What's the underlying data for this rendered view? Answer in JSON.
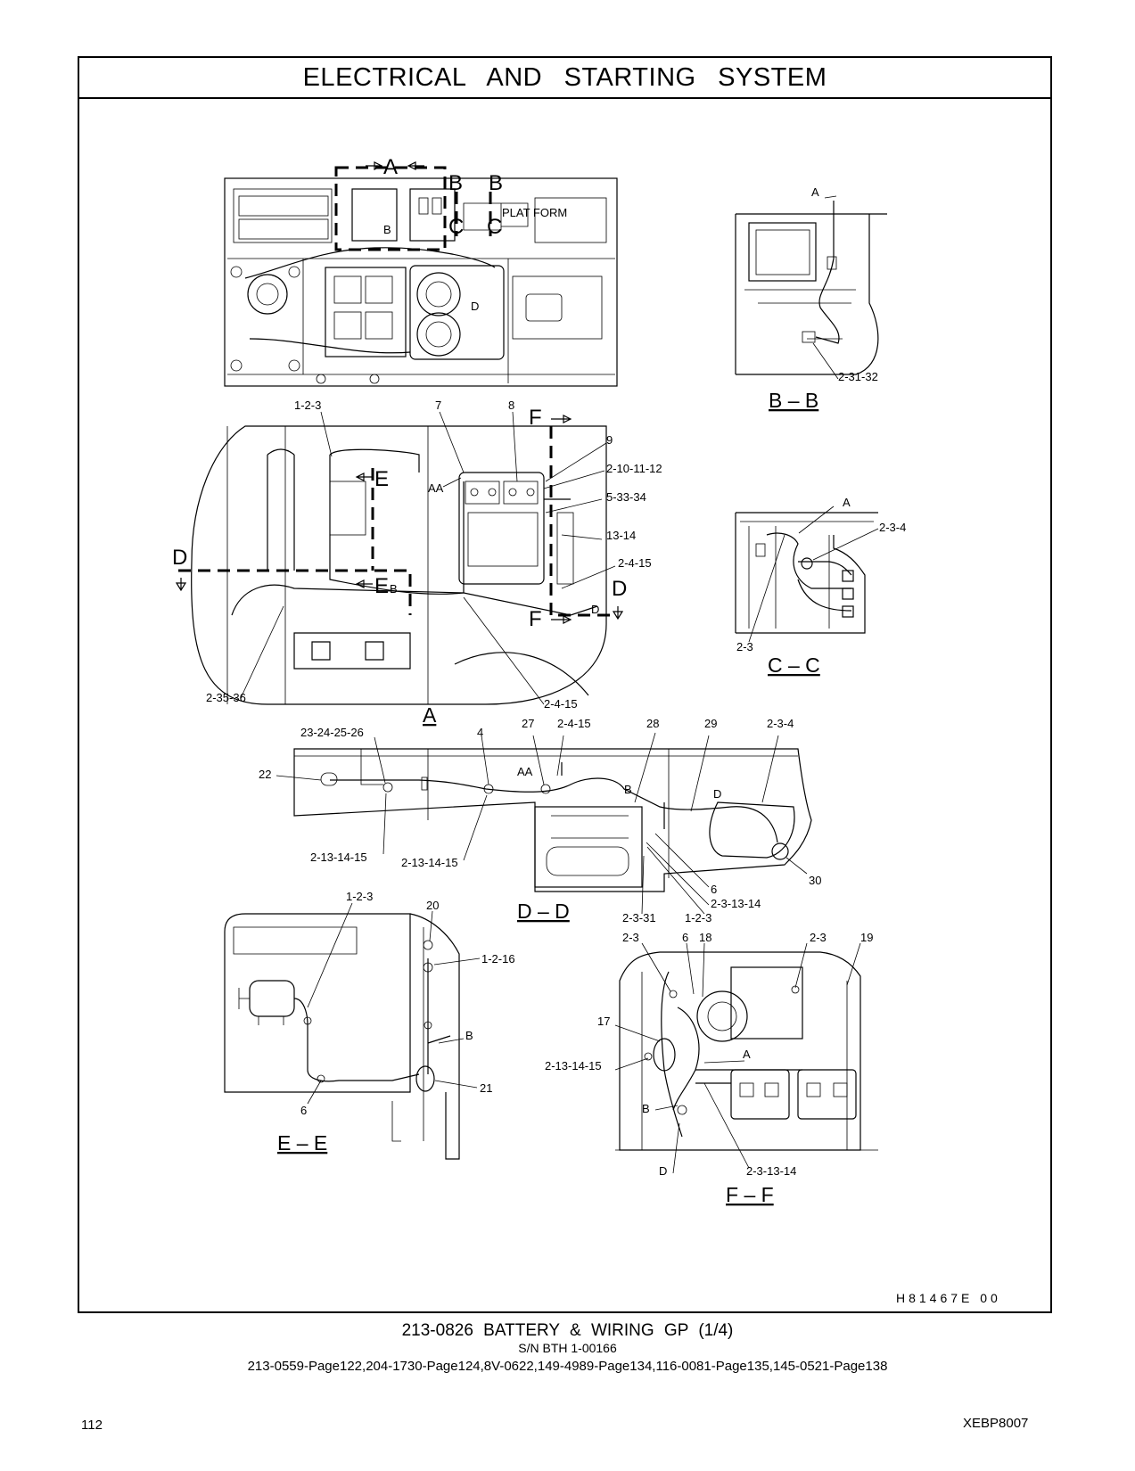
{
  "header": {
    "title": "ELECTRICAL AND STARTING SYSTEM"
  },
  "illustration_id": "H81467E 00",
  "footer": {
    "part_title": "213-0826 BATTERY & WIRING GP (1/4)",
    "serial": "S/N BTH 1-00166",
    "references": "213-0559-Page122,204-1730-Page124,8V-0622,149-4989-Page134,116-0081-Page135,145-0521-Page138",
    "page_number": "112",
    "doc_code": "XEBP8007"
  },
  "views": {
    "overview": {
      "markers": [
        "A",
        "B",
        "B",
        "C",
        "C"
      ],
      "callouts": [
        "B",
        "D",
        "PLAT FORM"
      ]
    },
    "a": {
      "name": "A",
      "callouts": [
        "1-2-3",
        "7",
        "8",
        "9",
        "2-10-11-12",
        "5-33-34",
        "13-14",
        "2-4-15",
        "2-4-15",
        "2-35-36",
        "AA",
        "B",
        "D"
      ],
      "markers": [
        "F",
        "F",
        "E",
        "E",
        "D",
        "D"
      ]
    },
    "bb": {
      "name": "B – B",
      "callouts": [
        "A",
        "2-31-32"
      ]
    },
    "cc": {
      "name": "C – C",
      "callouts": [
        "A",
        "2-3-4",
        "2-3"
      ]
    },
    "dd": {
      "name": "D – D",
      "callouts": [
        "23-24-25-26",
        "4",
        "27",
        "2-4-15",
        "28",
        "29",
        "2-3-4",
        "22",
        "AA",
        "B",
        "D",
        "2-13-14-15",
        "2-13-14-15",
        "30",
        "6",
        "2-3-13-14",
        "2-3-31",
        "1-2-3"
      ]
    },
    "ee": {
      "name": "E – E",
      "callouts": [
        "1-2-3",
        "20",
        "1-2-16",
        "B",
        "21",
        "6"
      ]
    },
    "ff": {
      "name": "F – F",
      "callouts": [
        "2-3",
        "6",
        "18",
        "2-3",
        "19",
        "17",
        "2-13-14-15",
        "A",
        "B",
        "D",
        "2-3-13-14"
      ]
    }
  }
}
